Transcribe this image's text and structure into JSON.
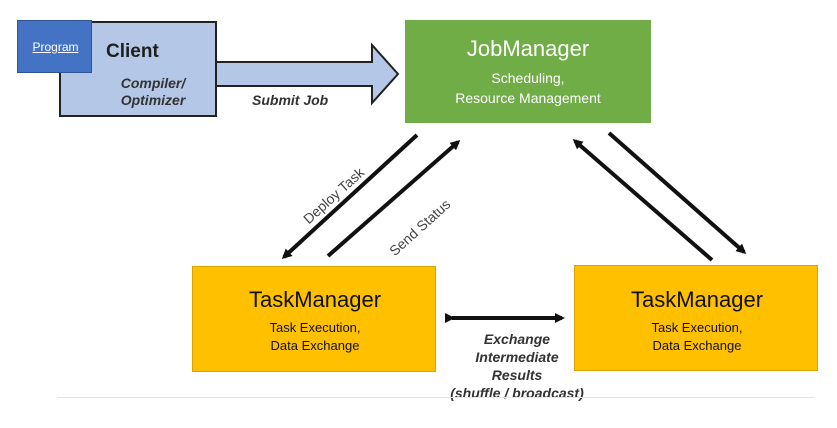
{
  "program": {
    "label": "Program"
  },
  "client": {
    "title": "Client",
    "subtitle_line1": "Compiler/",
    "subtitle_line2": "Optimizer"
  },
  "submit_job": {
    "label": "Submit Job"
  },
  "job_manager": {
    "title": "JobManager",
    "line1": "Scheduling,",
    "line2": "Resource Management"
  },
  "deploy_task": {
    "label": "Deploy Task"
  },
  "send_status": {
    "label": "Send Status"
  },
  "task_managers": [
    {
      "title": "TaskManager",
      "line1": "Task Execution,",
      "line2": "Data Exchange"
    },
    {
      "title": "TaskManager",
      "line1": "Task Execution,",
      "line2": "Data Exchange"
    }
  ],
  "exchange": {
    "line1": "Exchange",
    "line2": "Intermediate",
    "line3": "Results",
    "line4": "(shuffle / broadcast)"
  },
  "colors": {
    "job_manager": "#70ad47",
    "task_manager": "#ffc000",
    "client": "#b4c7e7",
    "program": "#4472c4",
    "arrows": "#111111"
  }
}
